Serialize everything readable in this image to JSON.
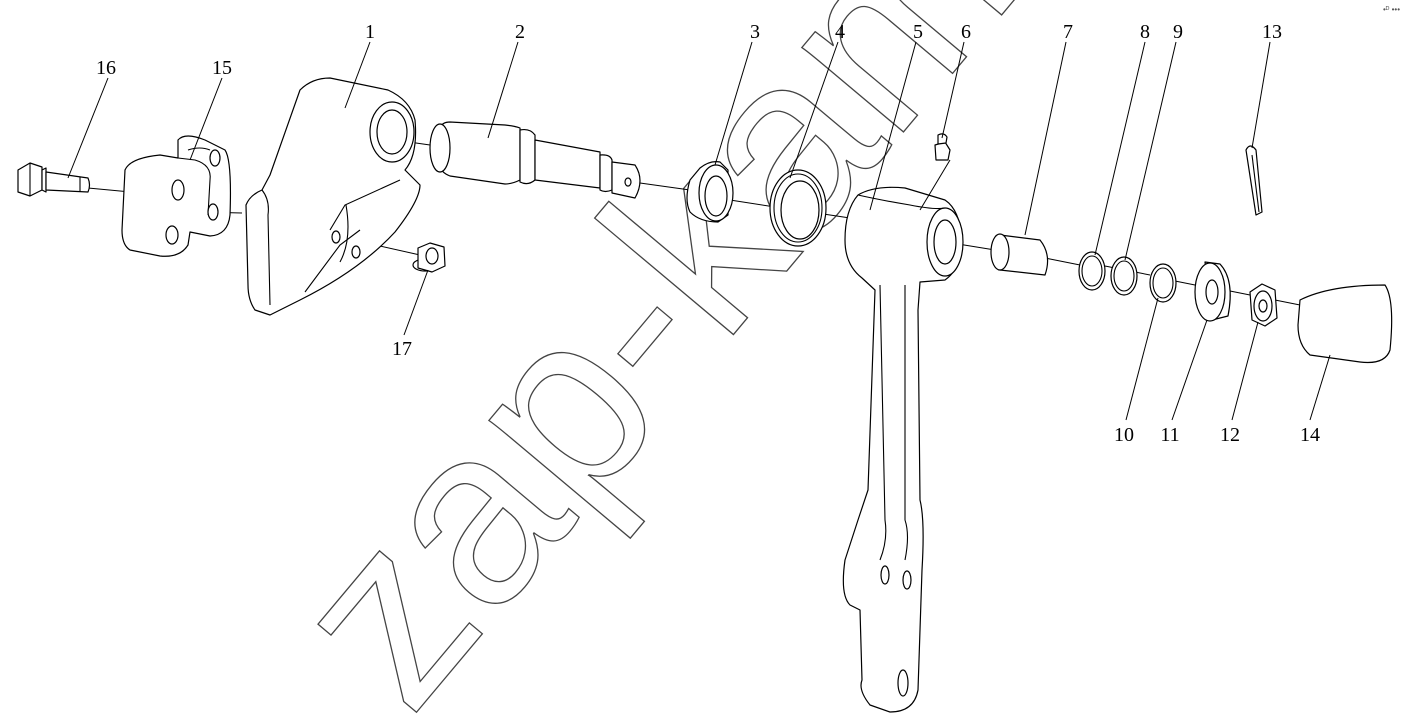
{
  "diagram": {
    "callouts": [
      {
        "id": "1",
        "label": "1"
      },
      {
        "id": "2",
        "label": "2"
      },
      {
        "id": "3",
        "label": "3"
      },
      {
        "id": "4",
        "label": "4"
      },
      {
        "id": "5",
        "label": "5"
      },
      {
        "id": "6",
        "label": "6"
      },
      {
        "id": "7",
        "label": "7"
      },
      {
        "id": "8",
        "label": "8"
      },
      {
        "id": "9",
        "label": "9"
      },
      {
        "id": "10",
        "label": "10"
      },
      {
        "id": "11",
        "label": "11"
      },
      {
        "id": "12",
        "label": "12"
      },
      {
        "id": "13",
        "label": "13"
      },
      {
        "id": "14",
        "label": "14"
      },
      {
        "id": "15",
        "label": "15"
      },
      {
        "id": "16",
        "label": "16"
      },
      {
        "id": "17",
        "label": "17"
      }
    ]
  },
  "watermark": {
    "text": "zap-kam.ru"
  },
  "corner_mark": {
    "text": "•ᴰ •••"
  }
}
